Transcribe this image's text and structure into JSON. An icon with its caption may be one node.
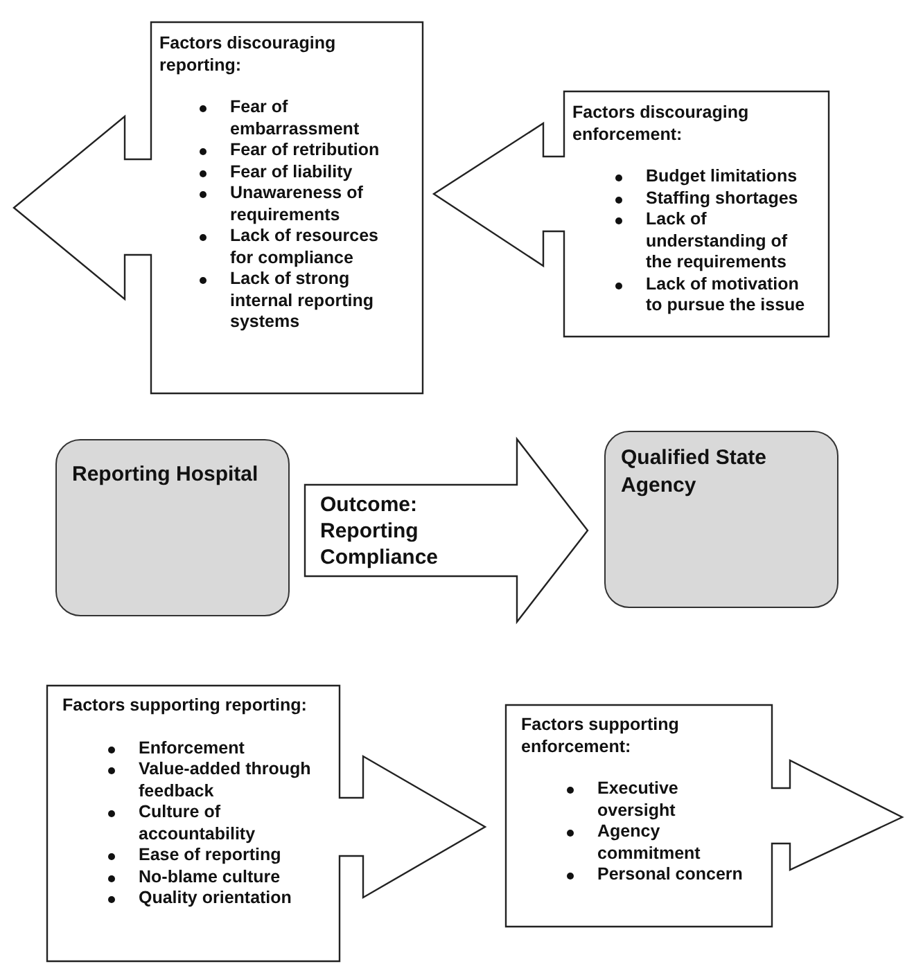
{
  "diagram": {
    "nodes": [
      {
        "text": [
          "Factors discouraging reporting:",
          "Fear of embarrassment",
          "Fear of retribution",
          "Fear of liability",
          "Unawareness of requirements",
          "Lack of resources for compliance",
          "Lack of strong internal reporting systems"
        ]
      },
      {
        "text": [
          "Factors discouraging enforcement:",
          "Budget limitations",
          "Staffing shortages",
          "Lack of understanding of the requirements",
          "Lack of motivation to pursue the issue"
        ]
      },
      {
        "text": [
          "Reporting Hospital"
        ]
      },
      {
        "text": [
          "Qualified State Agency"
        ]
      },
      {
        "text": [
          "Factors supporting reporting:",
          "Enforcement",
          "Value-added through feedback",
          "Culture of accountability",
          "Ease of reporting",
          "No-blame culture",
          "Quality orientation"
        ]
      },
      {
        "text": [
          "Factors supporting enforcement:",
          "Executive oversight",
          "Agency commitment",
          "Personal concern"
        ]
      }
    ],
    "edges": [
      {
        "from": 2,
        "to": 3,
        "arrow": "to",
        "label": "Outcome: Reporting Compliance"
      }
    ]
  }
}
